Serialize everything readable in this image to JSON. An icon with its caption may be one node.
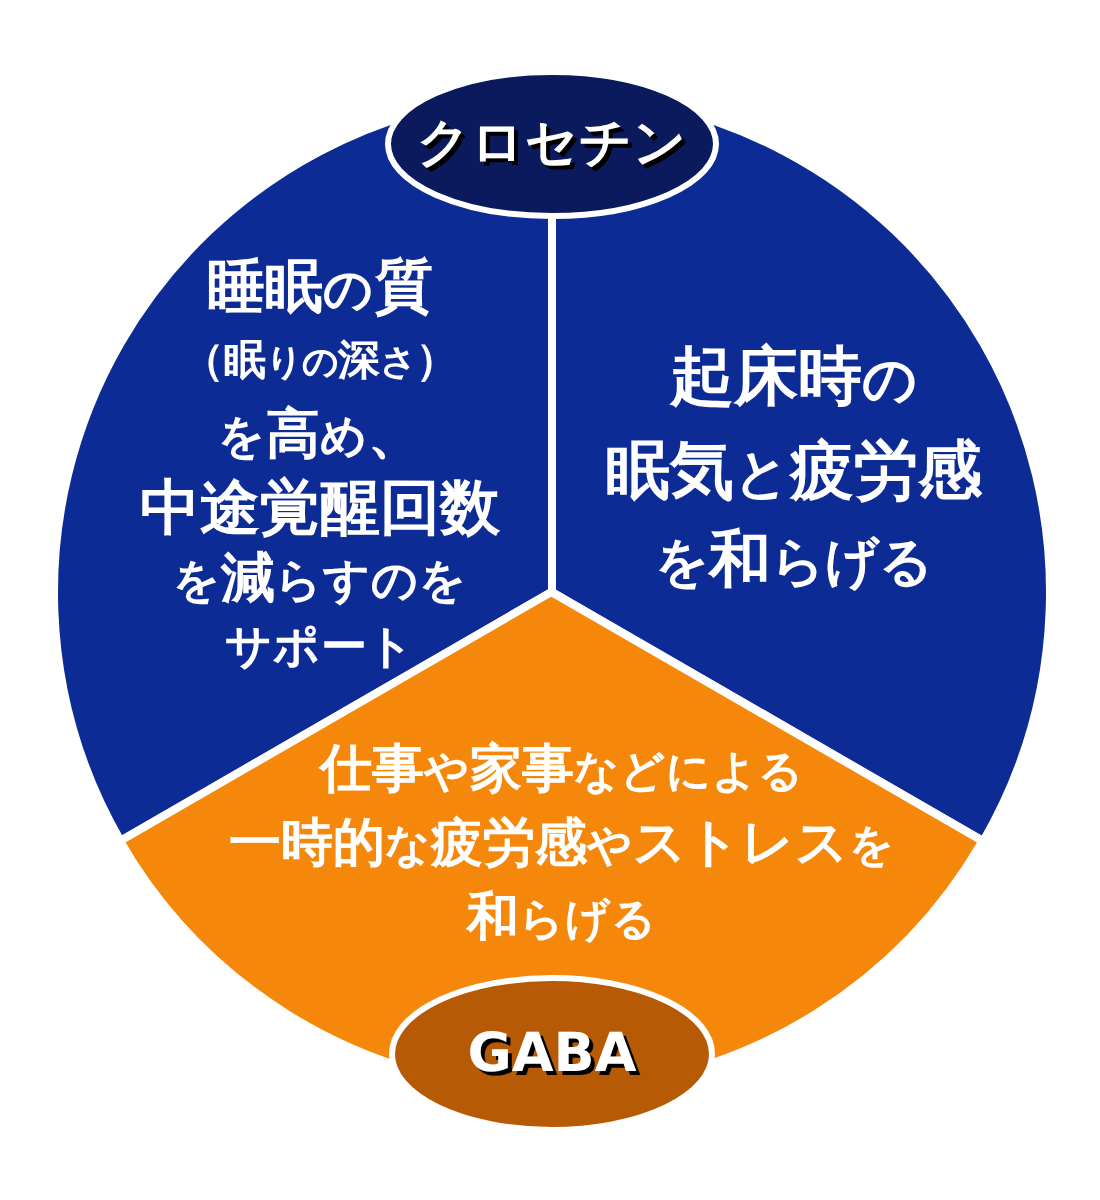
{
  "diagram": {
    "nodes": [
      {
        "text": [
          "クロセチン"
        ]
      },
      {
        "text": [
          "睡眠の質（眠りの深さ）を高め、中途覚醒回数を減らすのをサポート"
        ]
      },
      {
        "text": [
          "起床時の眠気と疲労感を和らげる"
        ]
      },
      {
        "text": [
          "仕事や家事などによる一時的な疲労感やストレスを和らげる"
        ]
      },
      {
        "text": [
          "GABA"
        ]
      }
    ]
  }
}
